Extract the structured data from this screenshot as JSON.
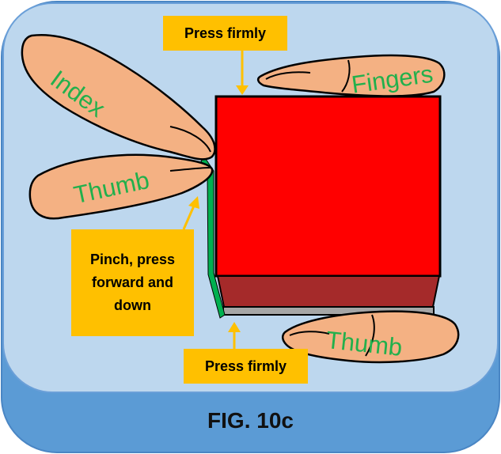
{
  "callouts": {
    "top": "Press firmly",
    "left": "Pinch, press forward and down",
    "bottom": "Press firmly"
  },
  "finger_labels": {
    "index": "Index",
    "thumb_left": "Thumb",
    "fingers": "Fingers",
    "thumb_right": "Thumb"
  },
  "caption": "FIG. 10c",
  "colors": {
    "panel_back": "#5b9bd5",
    "panel_face": "#bdd7ee",
    "block_red": "#ff0000",
    "block_dark": "#a52a2a",
    "base_gray": "#a6a6a6",
    "edge_green": "#00b050",
    "callout": "#ffc000",
    "skin": "#f4b183",
    "label_green": "#22b04c"
  }
}
